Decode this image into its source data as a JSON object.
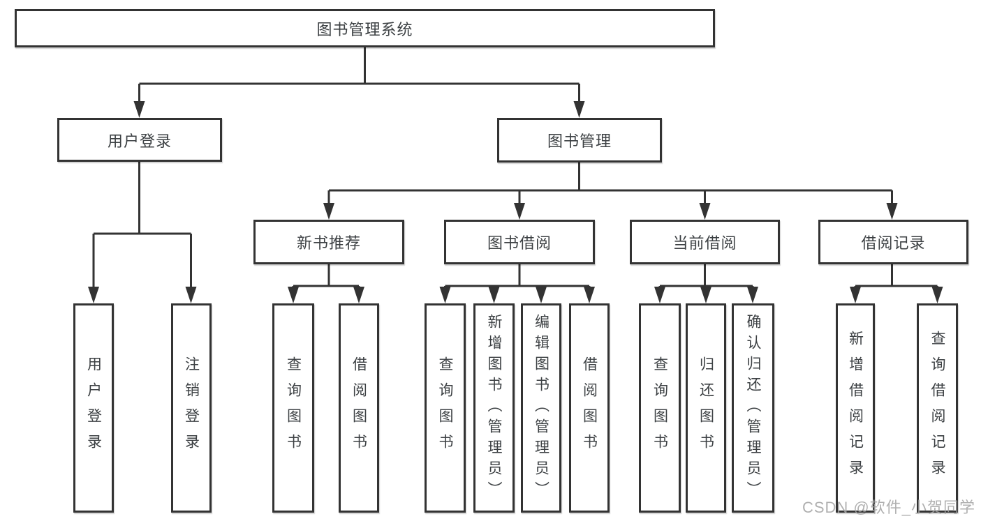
{
  "tree": {
    "label": "图书管理系统",
    "children": [
      {
        "label": "用户登录",
        "children": [
          {
            "label": "用户登录"
          },
          {
            "label": "注销登录"
          }
        ]
      },
      {
        "label": "图书管理",
        "children": [
          {
            "label": "新书推荐",
            "children": [
              {
                "label": "查询图书"
              },
              {
                "label": "借阅图书"
              }
            ]
          },
          {
            "label": "图书借阅",
            "children": [
              {
                "label": "查询图书"
              },
              {
                "label": "新增图书（管理员）"
              },
              {
                "label": "编辑图书（管理员）"
              },
              {
                "label": "借阅图书"
              }
            ]
          },
          {
            "label": "当前借阅",
            "children": [
              {
                "label": "查询图书"
              },
              {
                "label": "归还图书"
              },
              {
                "label": "确认归还（管理员）"
              }
            ]
          },
          {
            "label": "借阅记录",
            "children": [
              {
                "label": "新增借阅记录"
              },
              {
                "label": "查询借阅记录"
              }
            ]
          }
        ]
      }
    ]
  },
  "watermark": "CSDN @软件_小贺同学",
  "colors": {
    "line": "#333333",
    "node_border": "#333333",
    "text": "#3c4043",
    "watermark": "#a3a3a3",
    "background": "#ffffff"
  }
}
